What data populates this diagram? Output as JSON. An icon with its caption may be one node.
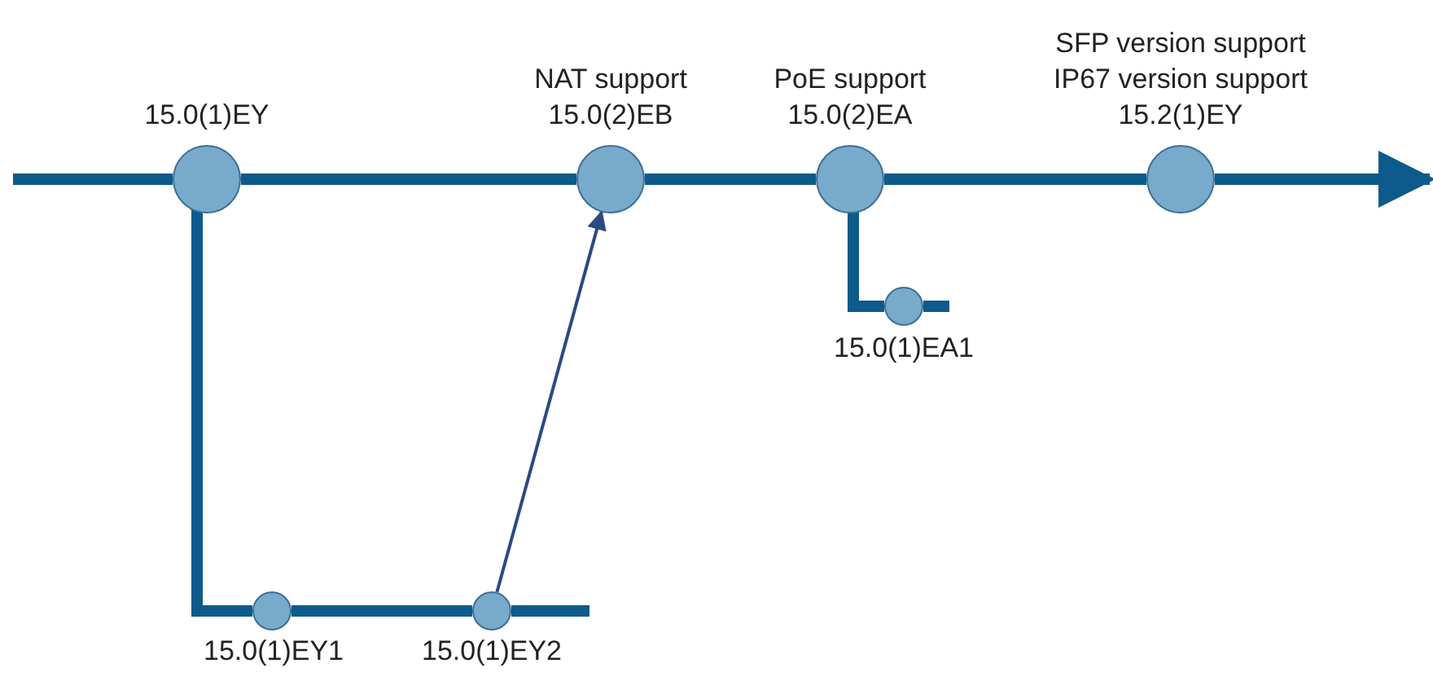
{
  "diagram": {
    "nodes": [
      {
        "text": [],
        "shape": "circle",
        "beside": [
          "15.0(1)EY"
        ]
      },
      {
        "text": [],
        "shape": "circle",
        "beside": [
          "NAT support",
          "15.0(2)EB"
        ]
      },
      {
        "text": [],
        "shape": "circle",
        "beside": [
          "PoE support",
          "15.0(2)EA"
        ]
      },
      {
        "text": [],
        "shape": "circle",
        "beside": [
          "SFP version support",
          "IP67 version support",
          "15.2(1)EY"
        ]
      },
      {
        "text": [],
        "shape": "circle",
        "beside": [
          "15.0(1)EY1"
        ]
      },
      {
        "text": [],
        "shape": "circle",
        "beside": [
          "15.0(1)EY2"
        ]
      },
      {
        "text": [],
        "shape": "circle",
        "beside": [
          "15.0(1)EA1"
        ]
      }
    ],
    "edges": [
      {
        "from": null,
        "to": 0,
        "arrow": "none"
      },
      {
        "from": 0,
        "to": 1,
        "arrow": "none"
      },
      {
        "from": 1,
        "to": 2,
        "arrow": "none"
      },
      {
        "from": 2,
        "to": 3,
        "arrow": "none"
      },
      {
        "from": 3,
        "to": null,
        "arrow": "to"
      },
      {
        "from": 0,
        "to": 4,
        "arrow": "none"
      },
      {
        "from": 4,
        "to": 5,
        "arrow": "none"
      },
      {
        "from": 5,
        "to": null,
        "arrow": "none"
      },
      {
        "from": 5,
        "to": 1,
        "arrow": "to",
        "color": "#2b4a80"
      },
      {
        "from": 2,
        "to": 6,
        "arrow": "none"
      },
      {
        "from": 6,
        "to": null,
        "arrow": "none"
      }
    ]
  }
}
